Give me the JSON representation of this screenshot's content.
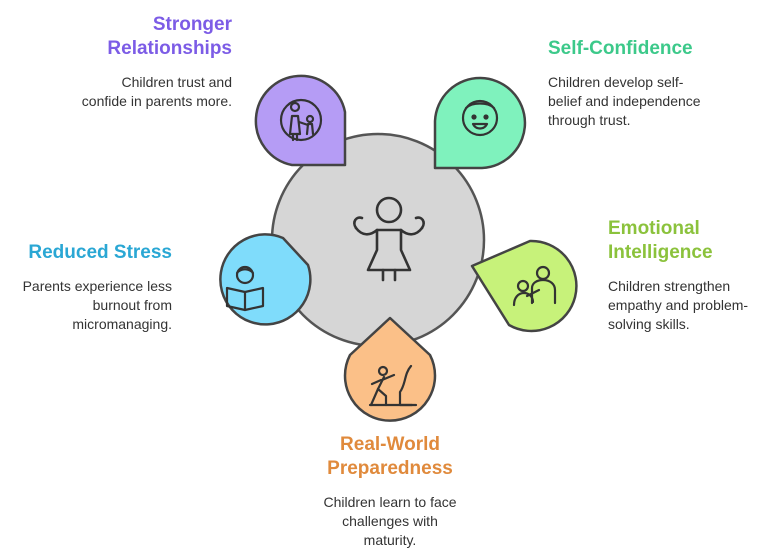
{
  "center": {
    "icon": "child-icon"
  },
  "items": [
    {
      "key": "relationships",
      "title": "Stronger Relationships",
      "title_lines": [
        "Stronger",
        "Relationships"
      ],
      "description_lines": [
        "Children trust and",
        "confide in parents more."
      ],
      "color": "#b59cf5",
      "title_color": "#7c5ce6",
      "icon": "parent-child-icon"
    },
    {
      "key": "confidence",
      "title": "Self-Confidence",
      "title_lines": [
        "Self-Confidence"
      ],
      "description_lines": [
        "Children develop self-",
        "belief and independence",
        "through trust."
      ],
      "color": "#7ff2bd",
      "title_color": "#3cc98a",
      "icon": "smiling-face-icon"
    },
    {
      "key": "emotional",
      "title": "Emotional Intelligence",
      "title_lines": [
        "Emotional",
        "Intelligence"
      ],
      "description_lines": [
        "Children strengthen",
        "empathy and problem-",
        "solving skills."
      ],
      "color": "#c7f27a",
      "title_color": "#8bc23c",
      "icon": "comforting-people-icon"
    },
    {
      "key": "preparedness",
      "title": "Real-World Preparedness",
      "title_lines": [
        "Real-World",
        "Preparedness"
      ],
      "description_lines": [
        "Children learn to face",
        "challenges with",
        "maturity."
      ],
      "color": "#fbc088",
      "title_color": "#e08a3c",
      "icon": "climbing-person-icon"
    },
    {
      "key": "stress",
      "title": "Reduced Stress",
      "title_lines": [
        "Reduced Stress"
      ],
      "description_lines": [
        "Parents experience less",
        "burnout from",
        "micromanaging."
      ],
      "color": "#7fdcfb",
      "title_color": "#2aa7d4",
      "icon": "reading-person-icon"
    }
  ]
}
